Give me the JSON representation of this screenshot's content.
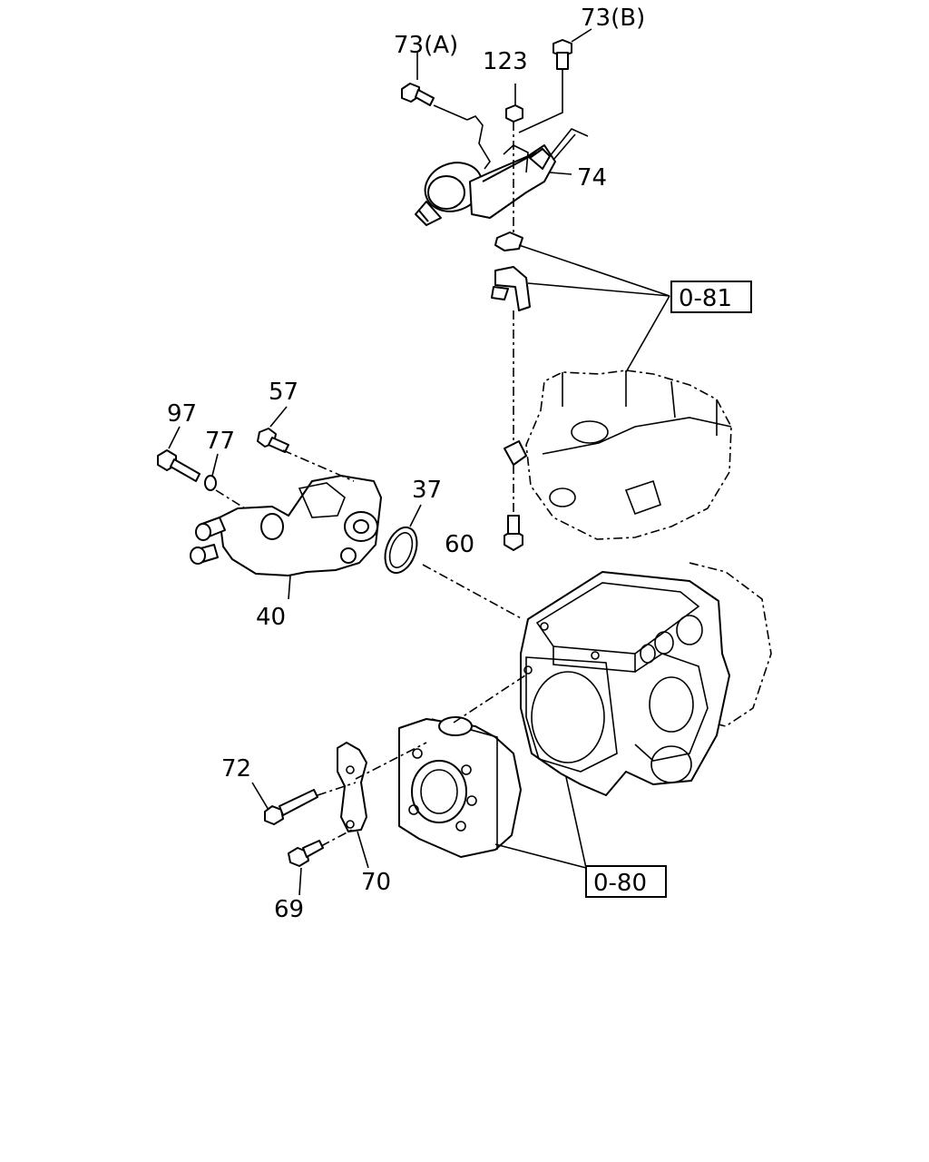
{
  "callouts": {
    "c73a": "73(A)",
    "c73b": "73(B)",
    "c123": "123",
    "c74": "74",
    "c081": "0-81",
    "c57": "57",
    "c97": "97",
    "c77": "77",
    "c37": "37",
    "c60": "60",
    "c40": "40",
    "c72": "72",
    "c70": "70",
    "c69": "69",
    "c080": "0-80"
  }
}
